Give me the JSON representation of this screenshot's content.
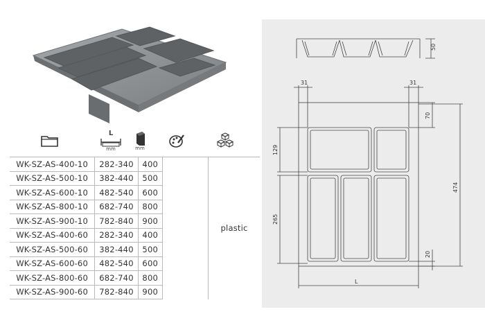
{
  "header_icons": {
    "folder": "folder-icon",
    "length": "length-ruler-icon",
    "depth": "depth-box-icon",
    "color": "color-palette-icon",
    "material": "material-cubes-icon",
    "length_label": "L",
    "mm_label_length": "mm",
    "mm_label_depth": "mm"
  },
  "table": {
    "rows": [
      {
        "model": "WK-SZ-AS-400-10",
        "range": "282-340",
        "depth": "400"
      },
      {
        "model": "WK-SZ-AS-500-10",
        "range": "382-440",
        "depth": "500"
      },
      {
        "model": "WK-SZ-AS-600-10",
        "range": "482-540",
        "depth": "600"
      },
      {
        "model": "WK-SZ-AS-800-10",
        "range": "682-740",
        "depth": "800"
      },
      {
        "model": "WK-SZ-AS-900-10",
        "range": "782-840",
        "depth": "900"
      },
      {
        "model": "WK-SZ-AS-400-60",
        "range": "282-340",
        "depth": "400"
      },
      {
        "model": "WK-SZ-AS-500-60",
        "range": "382-440",
        "depth": "500"
      },
      {
        "model": "WK-SZ-AS-600-60",
        "range": "482-540",
        "depth": "600"
      },
      {
        "model": "WK-SZ-AS-800-60",
        "range": "682-740",
        "depth": "800"
      },
      {
        "model": "WK-SZ-AS-900-60",
        "range": "782-840",
        "depth": "900"
      }
    ],
    "material": "plastic"
  },
  "drawing": {
    "height_dim": "50",
    "left_offset": "31",
    "right_offset": "31",
    "top_offset": "70",
    "upper_height": "129",
    "lower_height": "265",
    "total_depth": "474",
    "bottom_gap": "20",
    "width_label": "L"
  },
  "colors": {
    "tray_gray": "#8a8d90",
    "panel_bg": "#ececec",
    "line": "#444444"
  }
}
